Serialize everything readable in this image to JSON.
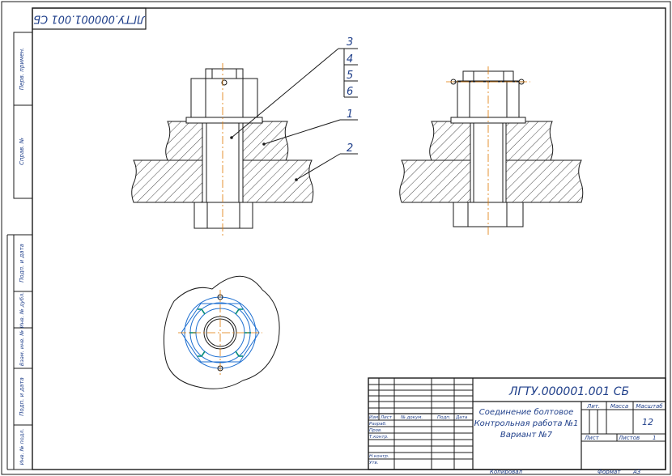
{
  "drawing": {
    "rotated_code": "ЛГТУ.000001.001 СБ",
    "callouts": [
      "3",
      "4",
      "5",
      "6",
      "1",
      "2"
    ]
  },
  "left_strip": {
    "labels": [
      "Перв. примен.",
      "Справ. №",
      "Подп. и дата",
      "Инв. № дубл.",
      "Взам. инв. №",
      "Подп. и дата",
      "Инв. № подл."
    ]
  },
  "title_block": {
    "code": "ЛГТУ.000001.001 СБ",
    "name_lines": [
      "Соединение болтовое",
      "Контрольная работа №1",
      "Вариант №7"
    ],
    "header_cols": [
      "Изм",
      "Лист",
      "№ докум.",
      "Подп.",
      "Дата"
    ],
    "roles": [
      "Разраб.",
      "Пров.",
      "Т.контр.",
      "",
      "Н.контр.",
      "Утв."
    ],
    "lit_label": "Лит.",
    "mass_label": "Масса",
    "scale_label": "Масштаб",
    "scale_value": "12",
    "sheet_label": "Лист",
    "sheets_label": "Листов",
    "sheets_value": "1",
    "copied_label": "Копировал",
    "format_label": "Формат",
    "format_value": "А3"
  }
}
